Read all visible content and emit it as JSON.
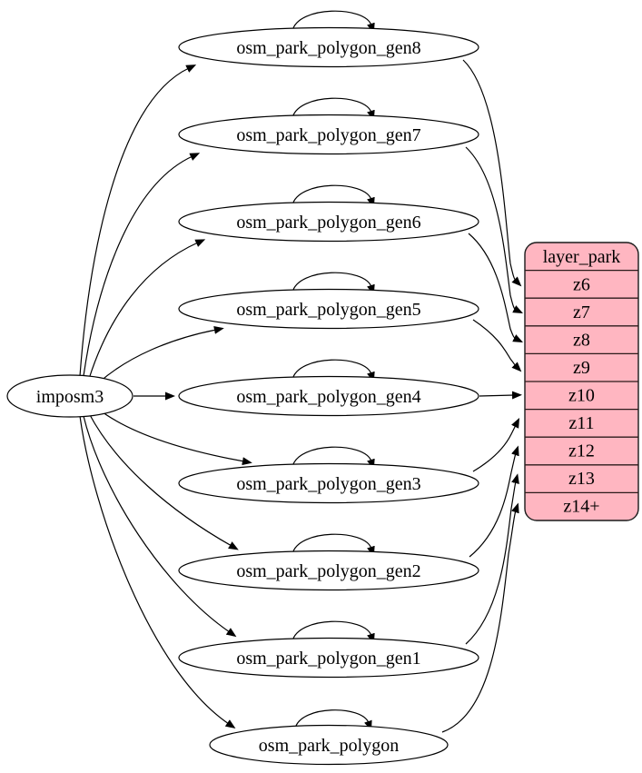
{
  "diagram": {
    "source": {
      "label": "imposm3"
    },
    "generalized_tables": [
      {
        "label": "osm_park_polygon_gen8",
        "target_row": "z6"
      },
      {
        "label": "osm_park_polygon_gen7",
        "target_row": "z7"
      },
      {
        "label": "osm_park_polygon_gen6",
        "target_row": "z8"
      },
      {
        "label": "osm_park_polygon_gen5",
        "target_row": "z9"
      },
      {
        "label": "osm_park_polygon_gen4",
        "target_row": "z10"
      },
      {
        "label": "osm_park_polygon_gen3",
        "target_row": "z11"
      },
      {
        "label": "osm_park_polygon_gen2",
        "target_row": "z12"
      },
      {
        "label": "osm_park_polygon_gen1",
        "target_row": "z13"
      },
      {
        "label": "osm_park_polygon",
        "target_row": "z14+"
      }
    ],
    "layer": {
      "header": "layer_park",
      "rows": [
        "z6",
        "z7",
        "z8",
        "z9",
        "z10",
        "z11",
        "z12",
        "z13",
        "z14+"
      ],
      "fill_color": "#ffb6c1",
      "border_color": "#000000"
    },
    "edges": [
      {
        "from": "imposm3",
        "to": "osm_park_polygon_gen8"
      },
      {
        "from": "imposm3",
        "to": "osm_park_polygon_gen7"
      },
      {
        "from": "imposm3",
        "to": "osm_park_polygon_gen6"
      },
      {
        "from": "imposm3",
        "to": "osm_park_polygon_gen5"
      },
      {
        "from": "imposm3",
        "to": "osm_park_polygon_gen4"
      },
      {
        "from": "imposm3",
        "to": "osm_park_polygon_gen3"
      },
      {
        "from": "imposm3",
        "to": "osm_park_polygon_gen2"
      },
      {
        "from": "imposm3",
        "to": "osm_park_polygon_gen1"
      },
      {
        "from": "imposm3",
        "to": "osm_park_polygon"
      },
      {
        "from": "osm_park_polygon_gen8",
        "to": "osm_park_polygon_gen8"
      },
      {
        "from": "osm_park_polygon_gen7",
        "to": "osm_park_polygon_gen7"
      },
      {
        "from": "osm_park_polygon_gen6",
        "to": "osm_park_polygon_gen6"
      },
      {
        "from": "osm_park_polygon_gen5",
        "to": "osm_park_polygon_gen5"
      },
      {
        "from": "osm_park_polygon_gen4",
        "to": "osm_park_polygon_gen4"
      },
      {
        "from": "osm_park_polygon_gen3",
        "to": "osm_park_polygon_gen3"
      },
      {
        "from": "osm_park_polygon_gen2",
        "to": "osm_park_polygon_gen2"
      },
      {
        "from": "osm_park_polygon_gen1",
        "to": "osm_park_polygon_gen1"
      },
      {
        "from": "osm_park_polygon",
        "to": "osm_park_polygon"
      },
      {
        "from": "osm_park_polygon_gen8",
        "to": "layer_park:z6"
      },
      {
        "from": "osm_park_polygon_gen7",
        "to": "layer_park:z7"
      },
      {
        "from": "osm_park_polygon_gen6",
        "to": "layer_park:z8"
      },
      {
        "from": "osm_park_polygon_gen5",
        "to": "layer_park:z9"
      },
      {
        "from": "osm_park_polygon_gen4",
        "to": "layer_park:z10"
      },
      {
        "from": "osm_park_polygon_gen3",
        "to": "layer_park:z11"
      },
      {
        "from": "osm_park_polygon_gen2",
        "to": "layer_park:z12"
      },
      {
        "from": "osm_park_polygon_gen1",
        "to": "layer_park:z13"
      },
      {
        "from": "osm_park_polygon",
        "to": "layer_park:z14+"
      }
    ]
  }
}
